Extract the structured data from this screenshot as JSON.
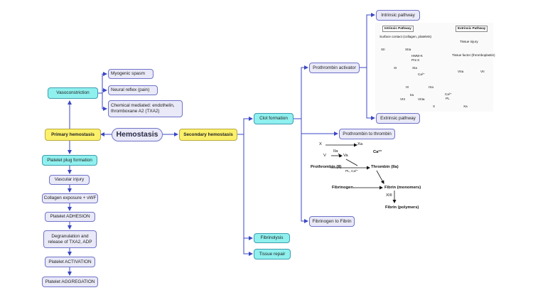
{
  "center": "Hemostasis",
  "primary": {
    "label": "Primary hemostasis",
    "vasoconstriction": "Vasoconstriction",
    "vaso_children": [
      "Myogenic spasm",
      "Neural reflex (pain)",
      "Chemical mediated: endothelin, thromboxane A2 (TXA2)"
    ],
    "steps": [
      "Platelet plug formation",
      "Vascular injury",
      "Collagen exposure + vWF",
      "Platelet ADHESION",
      "Degranulation and release of TXA2, ADP",
      "Platelet ACTIVATION",
      "Platelet AGGREGATION"
    ]
  },
  "secondary": {
    "label": "Secondary hemostasis",
    "clot": "Clot formation",
    "fibrinolysis": "Fibrinolysis",
    "repair": "Tissue repair",
    "prothrombin_activator": "Prothrombin activator",
    "intrinsic": "Intrinsic pathway",
    "extrinsic": "Extrinsic pathway",
    "prothrombin_to_thrombin": "Prothrombin to thrombin",
    "fibrinogen_to_fibrin": "Fibrinogen to Fibrin"
  },
  "cascade": {
    "intrinsic_header": "Intrinsic Pathway",
    "extrinsic_header": "Extrinsic Pathway",
    "surface": "Surface contact (collagen, platelets)",
    "xii": "XII",
    "xiia": "XIIa",
    "hmwk": "HMW-K",
    "prek": "Pre K",
    "xi": "XI",
    "xia": "XIa",
    "ca1": "Ca²⁺",
    "ix": "IX",
    "ixa": "IXa",
    "viii": "VIII",
    "viiia": "VIIIa",
    "iia": "IIa",
    "x": "X",
    "xa": "Xa",
    "ca_pl_top": "Ca²⁺",
    "ca_pl_bot": "PL",
    "tissue_injury": "Tissue injury",
    "tissue_factor": "Tissue factor (thromboplastin)",
    "viia": "VIIa",
    "vii": "VII"
  },
  "thrombin": {
    "x": "X",
    "xa": "Xa",
    "iia": "IIa",
    "v": "V",
    "va": "Va",
    "ca": "Ca²⁺",
    "prothrombin": "Prothrombin (II)",
    "pl": "PL, Ca²⁺",
    "thrombin": "Thrombin (IIa)",
    "fibrinogen": "Fibrinogen",
    "fibrin_mono": "Fibrin (monomers)",
    "xiii": "XIII",
    "fibrin_poly": "Fibrin (polymers)"
  }
}
